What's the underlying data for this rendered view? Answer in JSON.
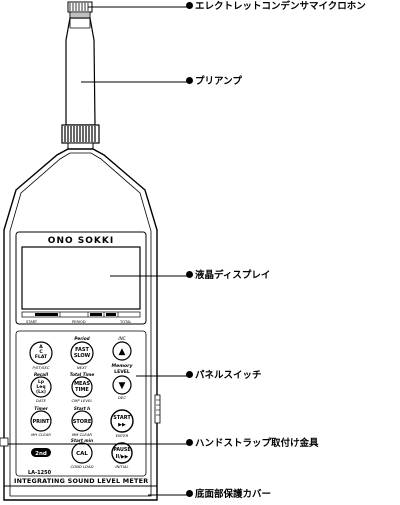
{
  "callouts": {
    "microphone": "エレクトレットコンデンサマイクロホン",
    "preamp": "プリアンプ",
    "lcd": "液晶ディスプレイ",
    "panel_switch": "パネルスイッチ",
    "strap_mount": "ハンドストラップ取付け金具",
    "bottom_cover": "底面部保護カバー"
  },
  "device": {
    "brand": "ONO SOKKI",
    "model": "LA-1250",
    "product_name": "INTEGRATING SOUND LEVEL METER",
    "lcd_scale": {
      "start": "START",
      "period": "PERIOD",
      "total": "TOTAL"
    }
  },
  "keys": {
    "flat": {
      "line1": "A",
      "line2": "C",
      "line3": "FLAT",
      "below": "P/ST/SEC"
    },
    "fast": {
      "above": "Period",
      "line1": "FAST",
      "line2": "SLOW",
      "below": "NEXT"
    },
    "up": {
      "above": "INC",
      "glyph": "▲"
    },
    "lp": {
      "above": "Recall",
      "line1": "Lp",
      "line2": "Leq",
      "line3": "(Lx)",
      "below": "DATE"
    },
    "meas": {
      "above": "Total Time",
      "line1": "MEAS",
      "line2": "TIME",
      "below": "CMP LEVEL"
    },
    "memory_level": {
      "line1": "Memory",
      "line2": "LEVEL"
    },
    "down": {
      "glyph": "▼",
      "below": "DEC"
    },
    "print": {
      "above": "Timer",
      "line1": "PRINT",
      "below": "MH CLEAR"
    },
    "store": {
      "above": "Start h",
      "line1": "STORE",
      "below": "MM CLEAR"
    },
    "start": {
      "line1": "START",
      "line2": "▶▶",
      "below": "ENTER"
    },
    "second": {
      "line1": "2nd"
    },
    "cal": {
      "above": "Start min",
      "line1": "CAL",
      "below": "COND LOAD"
    },
    "pause": {
      "line1": "PAUSE",
      "line2": "II/▶▶",
      "below": "INITIAL"
    }
  }
}
